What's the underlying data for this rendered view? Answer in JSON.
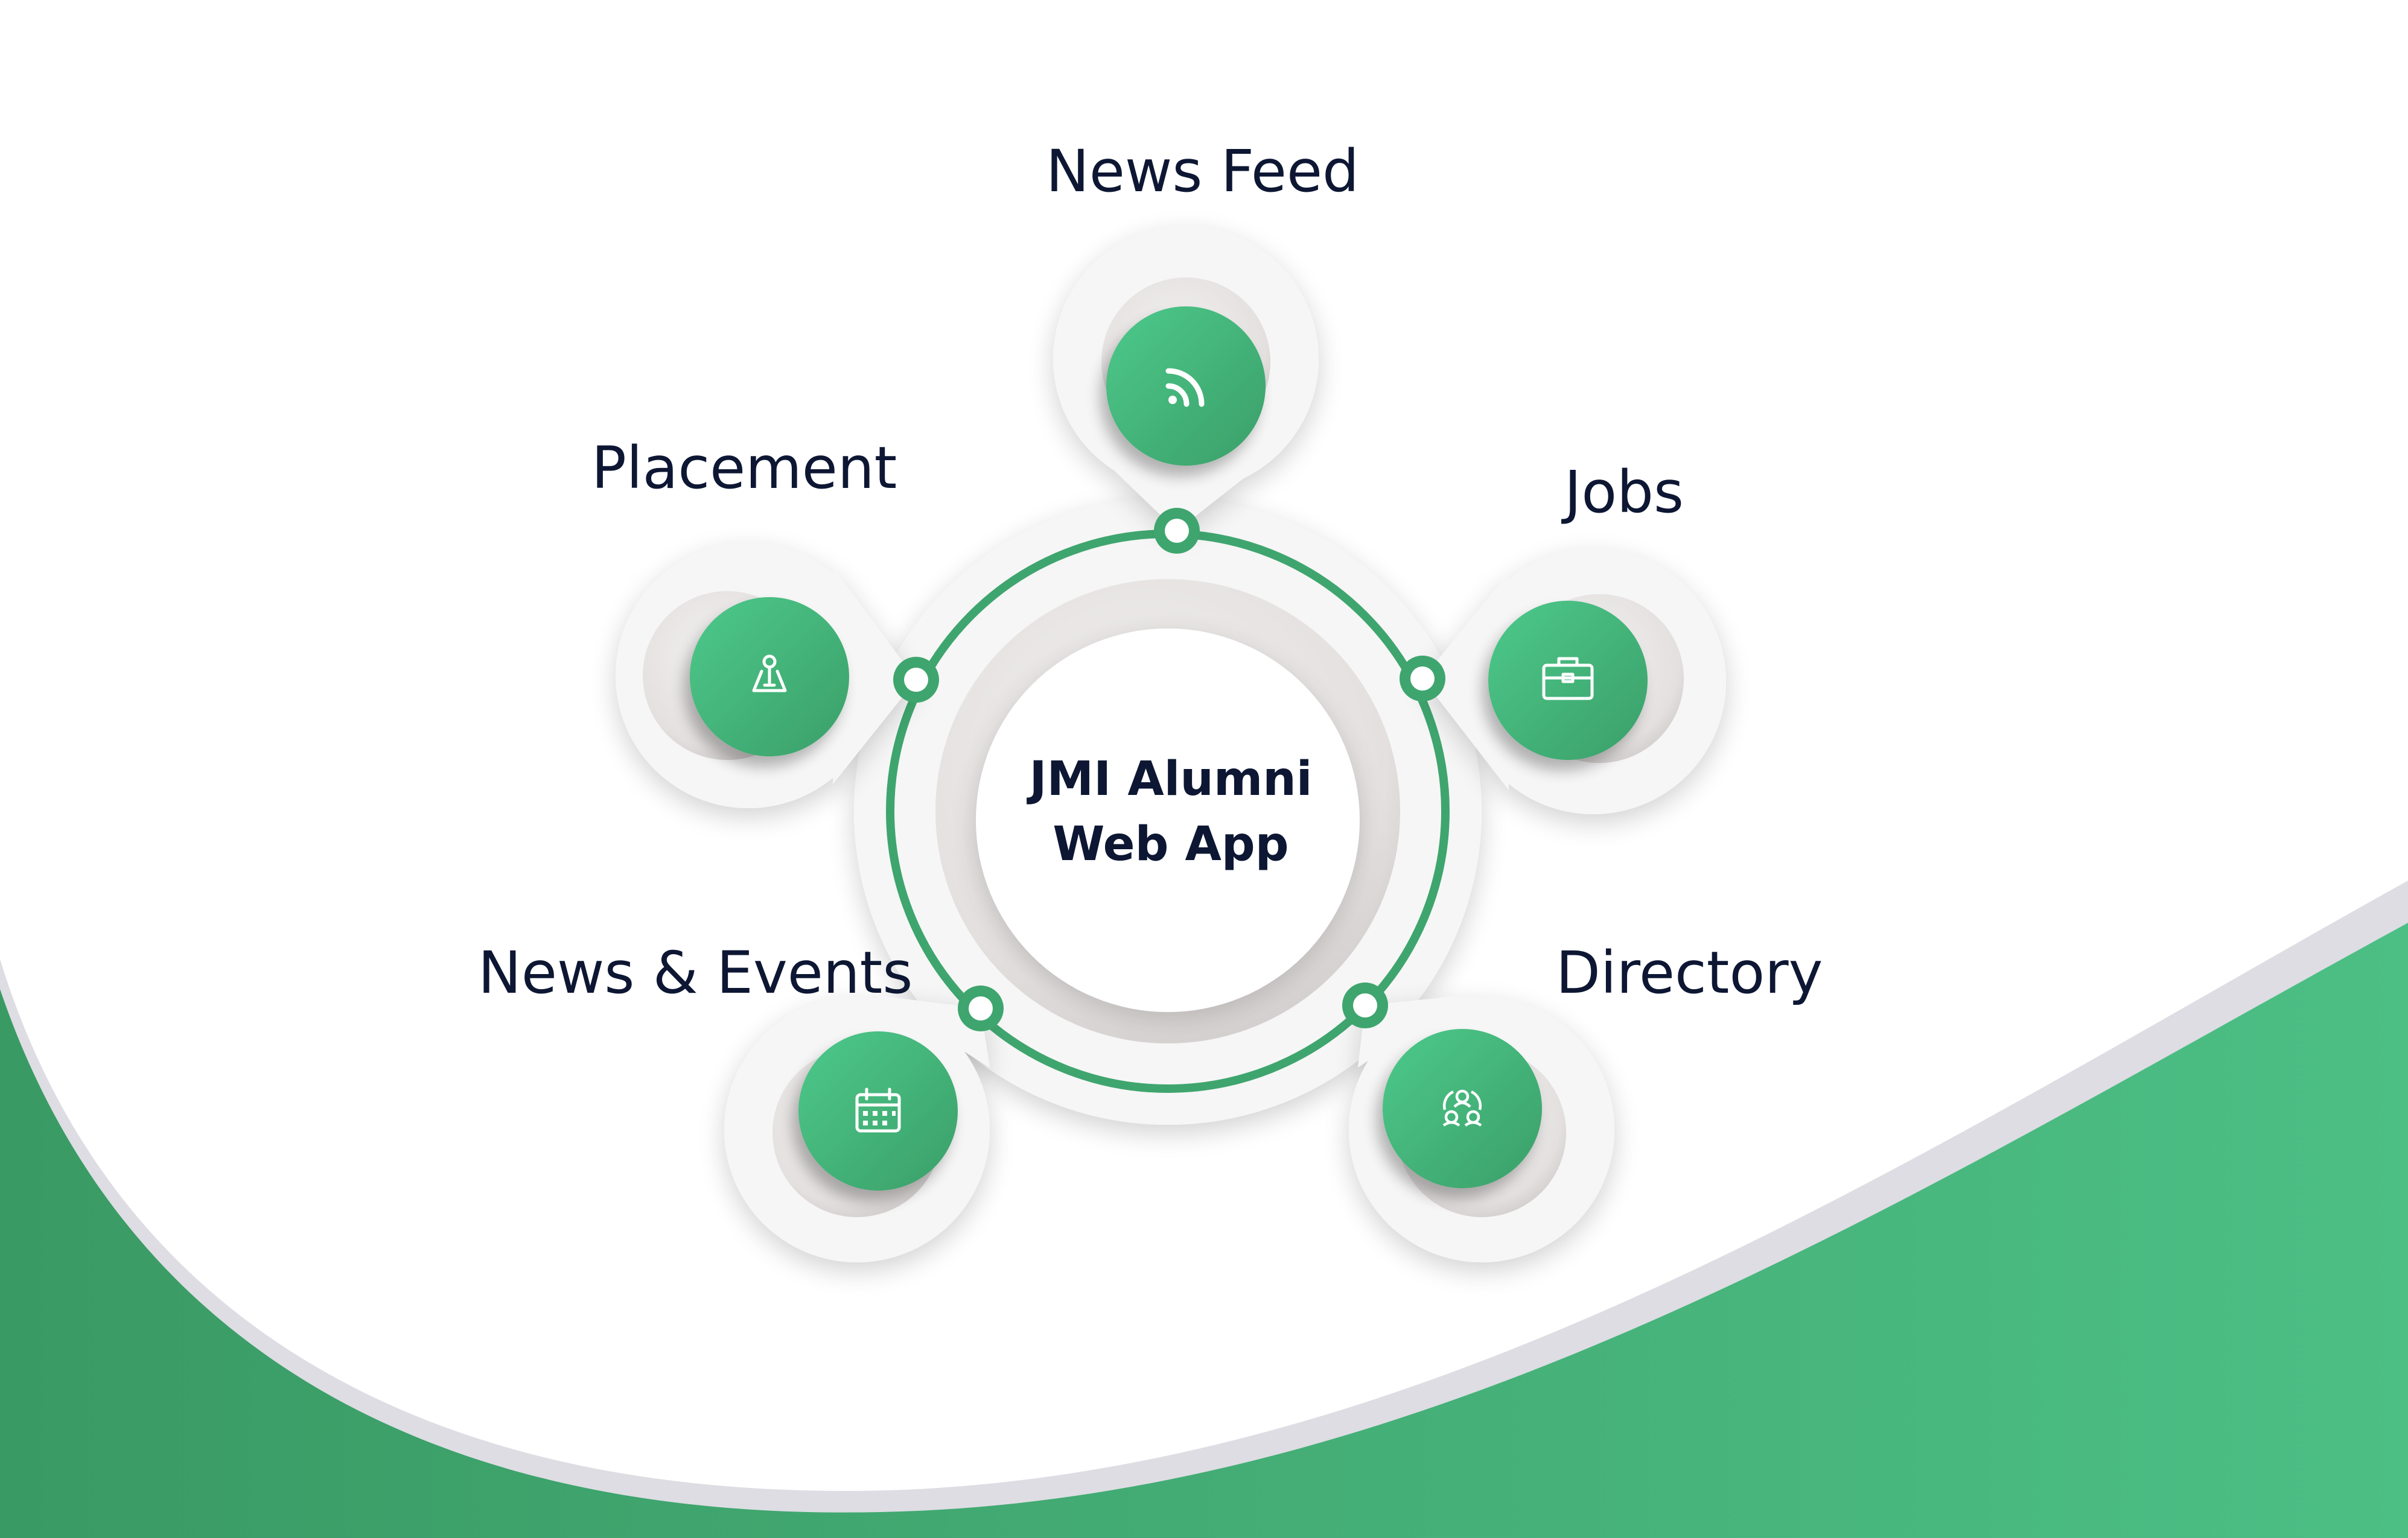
{
  "center": {
    "line1": "JMI Alumni",
    "line2": "Web App"
  },
  "nodes": {
    "news_feed": {
      "label": "News Feed",
      "icon": "rss-icon"
    },
    "placement": {
      "label": "Placement",
      "icon": "location-pin-icon"
    },
    "jobs": {
      "label": "Jobs",
      "icon": "briefcase-icon"
    },
    "news_events": {
      "label": "News & Events",
      "icon": "calendar-icon"
    },
    "directory": {
      "label": "Directory",
      "icon": "people-network-icon"
    }
  },
  "colors": {
    "accent_green": "#3fa56e",
    "accent_green_light": "#4dc48a",
    "text_navy": "#0d1733",
    "bubble_white": "#f6f6f6",
    "wave_grey": "#dddde3"
  }
}
